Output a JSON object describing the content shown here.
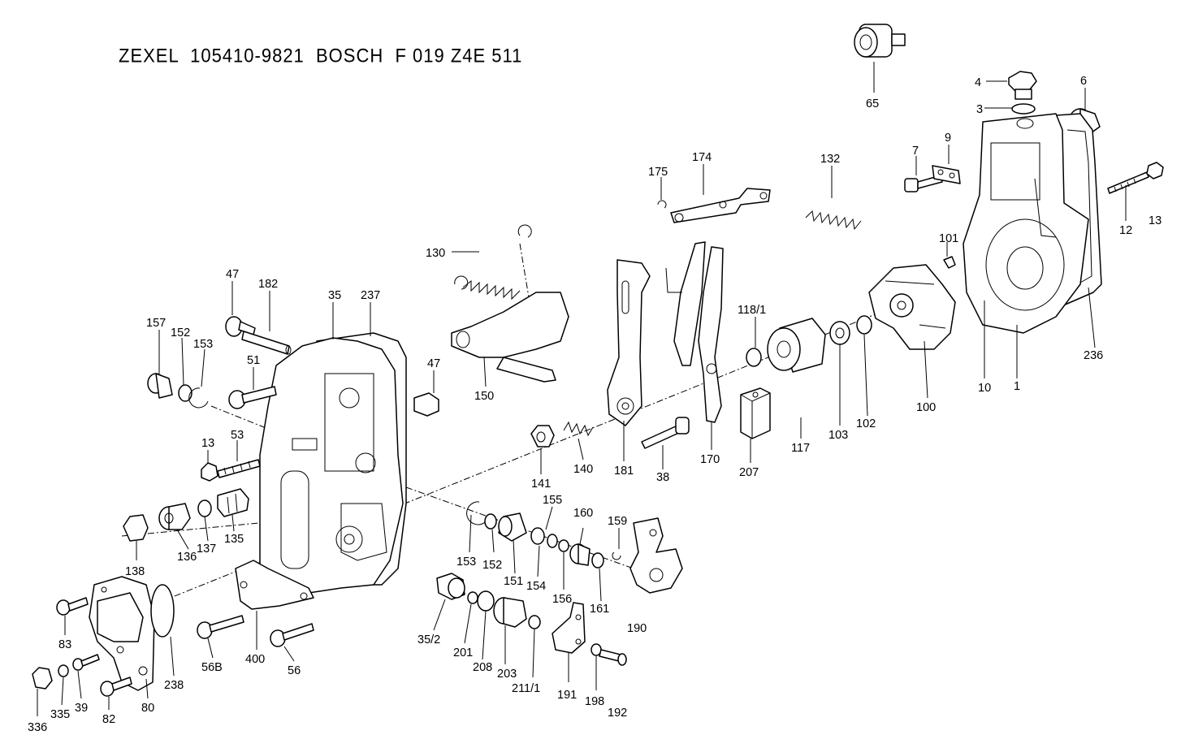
{
  "title": "ZEXEL  105410-9821  BOSCH  F 019 Z4E 511",
  "callouts": [
    "65",
    "4",
    "3",
    "6",
    "9",
    "7",
    "12",
    "13",
    "1",
    "10",
    "236",
    "101",
    "100",
    "102",
    "103",
    "117",
    "118/1",
    "132",
    "174",
    "175",
    "170",
    "207",
    "130",
    "150",
    "181",
    "38",
    "140",
    "141",
    "47",
    "182",
    "35",
    "237",
    "157",
    "152",
    "153",
    "51",
    "13",
    "53",
    "138",
    "136",
    "137",
    "135",
    "83",
    "336",
    "335",
    "39",
    "82",
    "80",
    "238",
    "56B",
    "400",
    "56",
    "153",
    "152",
    "151",
    "155",
    "154",
    "160",
    "159",
    "156",
    "161",
    "35/2",
    "201",
    "208",
    "203",
    "211/1",
    "191",
    "198",
    "192",
    "190"
  ]
}
